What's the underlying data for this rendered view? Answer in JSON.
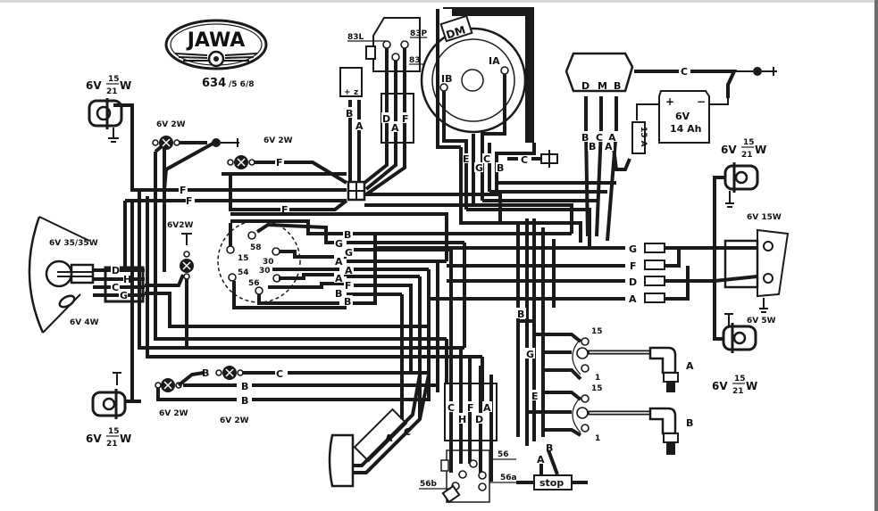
{
  "title": {
    "brand": "JAWA",
    "model": "634",
    "model_suffix": "/5 6/8"
  },
  "colors": {
    "ink": "#1a1a1a",
    "paper": "#ffffff",
    "frame": "#6c6c6c"
  },
  "components": {
    "front_left_indicator": {
      "rating_prefix": "6V",
      "rating_top": "15",
      "rating_bottom": "21",
      "rating_unit": "W"
    },
    "rear_left_indicator": {
      "rating_prefix": "6V",
      "rating_top": "15",
      "rating_bottom": "21",
      "rating_unit": "W"
    },
    "front_right_indicator": {
      "rating_prefix": "6V",
      "rating_top": "15",
      "rating_bottom": "21",
      "rating_unit": "W"
    },
    "rear_right_indicator": {
      "rating_prefix": "6V",
      "rating_top": "15",
      "rating_bottom": "21",
      "rating_unit": "W"
    },
    "speedo_lamp_1": {
      "rating": "6V 2W"
    },
    "speedo_lamp_2": {
      "rating": "6V 2W"
    },
    "neutral_lamp": {
      "rating": "6V2W"
    },
    "indicator_lamp_1": {
      "rating": "6V 2W"
    },
    "indicator_lamp_2": {
      "rating": "6V 2W"
    },
    "headlamp": {
      "main_rating": "6V 35/35W",
      "parking_rating": "6V 4W"
    },
    "tail_lamp": {
      "rating": "6V 15W",
      "stop_rating": "6V 5W"
    },
    "battery": {
      "voltage": "6V",
      "capacity": "14 Ah",
      "plus": "+",
      "minus": "−"
    },
    "fuse": {
      "rating": "15 A"
    },
    "regulator": {
      "terminals": [
        "D",
        "M",
        "B"
      ]
    },
    "dynamo": {
      "label": "DM",
      "terminals": [
        "IB",
        "IA"
      ]
    },
    "switch_box": {
      "terminals": [
        "83L",
        "83P",
        "83"
      ]
    },
    "horn": {
      "terminals": [
        "+",
        "z"
      ]
    },
    "ignition_switch": {
      "terminals": [
        "58",
        "15",
        "30",
        "30",
        "54",
        "56"
      ]
    },
    "ignition_coil_a": {
      "label": "A",
      "terminals": [
        "15",
        "1"
      ]
    },
    "ignition_coil_b": {
      "label": "B",
      "terminals": [
        "15",
        "1"
      ]
    },
    "dipswitch": {
      "terminals": [
        "56",
        "56a",
        "56b"
      ]
    },
    "stop_switch": {
      "label": "stop"
    }
  },
  "wire_labels": {
    "horn": [
      "B",
      "A"
    ],
    "switch_box_harness": [
      "D",
      "A",
      "F"
    ],
    "dynamo_harness": [
      "E",
      "C",
      "G",
      "B"
    ],
    "dynamo_c": "C",
    "regulator_out": [
      "B",
      "C",
      "A",
      "B",
      "A"
    ],
    "regulator_battery": "C",
    "left_f": [
      "F",
      "F",
      "F",
      "F"
    ],
    "headlamp_connector": [
      "D",
      "H",
      "C",
      "G"
    ],
    "ignition_switch_out": [
      "B",
      "G",
      "G",
      "A",
      "A",
      "A",
      "F",
      "B",
      "B"
    ],
    "rear_connector": [
      "G",
      "F",
      "D",
      "A"
    ],
    "coil_harness": [
      "B",
      "G",
      "E",
      "B",
      "A"
    ],
    "lower_lamps": [
      "B",
      "C",
      "B",
      "B"
    ],
    "bottom_harness": [
      "C",
      "F",
      "A",
      "H",
      "D"
    ],
    "speedo_cable": [
      "A",
      "C"
    ]
  }
}
